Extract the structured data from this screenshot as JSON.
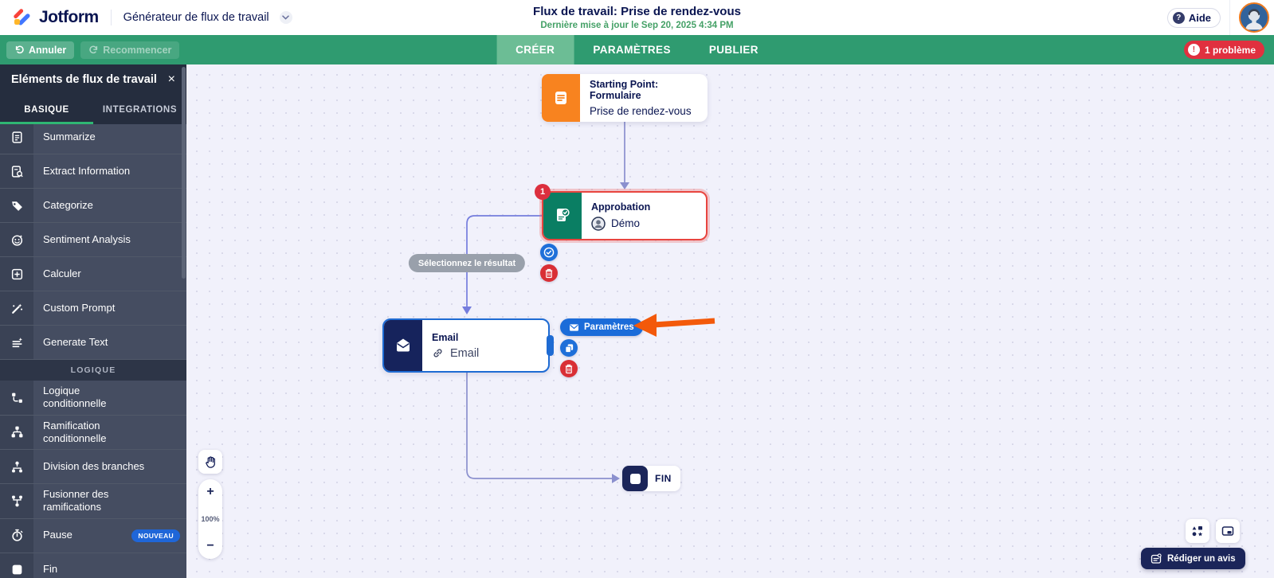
{
  "header": {
    "brand": "Jotform",
    "product": "Générateur de flux de travail",
    "title": "Flux de travail: Prise de rendez-vous",
    "last_updated": "Dernière mise à jour le Sep 20, 2025 4:34 PM",
    "help": "Aide"
  },
  "toolbar": {
    "undo": "Annuler",
    "redo": "Recommencer",
    "tabs": [
      {
        "label": "CRÉER",
        "active": true
      },
      {
        "label": "PARAMÈTRES",
        "active": false
      },
      {
        "label": "PUBLIER",
        "active": false
      }
    ],
    "problems": "1 problème"
  },
  "sidebar": {
    "title": "Eléments de flux de travail",
    "close_icon": "×",
    "tabs": [
      {
        "label": "BASIQUE",
        "active": true
      },
      {
        "label": "INTEGRATIONS",
        "active": false
      }
    ],
    "basic_items": [
      {
        "label": "Summarize"
      },
      {
        "label": "Extract Information"
      },
      {
        "label": "Categorize"
      },
      {
        "label": "Sentiment Analysis"
      },
      {
        "label": "Calculer"
      },
      {
        "label": "Custom Prompt"
      },
      {
        "label": "Generate Text"
      }
    ],
    "logic_header": "LOGIQUE",
    "logic_items": [
      {
        "label": "Logique\nconditionnelle"
      },
      {
        "label": "Ramification\nconditionnelle"
      },
      {
        "label": "Division des branches"
      },
      {
        "label": "Fusionner des\nramifications"
      },
      {
        "label": "Pause",
        "badge": "NOUVEAU"
      },
      {
        "label": "Fin"
      }
    ]
  },
  "canvas": {
    "start_node": {
      "title": "Starting Point: Formulaire",
      "subtitle": "Prise de rendez-vous"
    },
    "approval_node": {
      "title": "Approbation",
      "assignee": "Démo",
      "error_count": "1"
    },
    "email_node": {
      "title": "Email",
      "link_label": "Email"
    },
    "end_node": {
      "label": "FIN"
    },
    "result_pill": "Sélectionnez le résultat",
    "settings_button": "Paramètres",
    "zoom_in": "+",
    "zoom_level": "100%",
    "zoom_out": "−"
  },
  "footer": {
    "review": "Rédiger un avis"
  },
  "colors": {
    "toolbar_green": "#2f9b70",
    "active_tab_green": "#6cbd95",
    "navy": "#0a1551",
    "error_red": "#e0303f",
    "accent_blue": "#1b6cd9",
    "node_orange": "#f8831f",
    "node_green": "#0a7e63",
    "node_navy": "#16235c",
    "annotation_orange": "#f3590a"
  }
}
